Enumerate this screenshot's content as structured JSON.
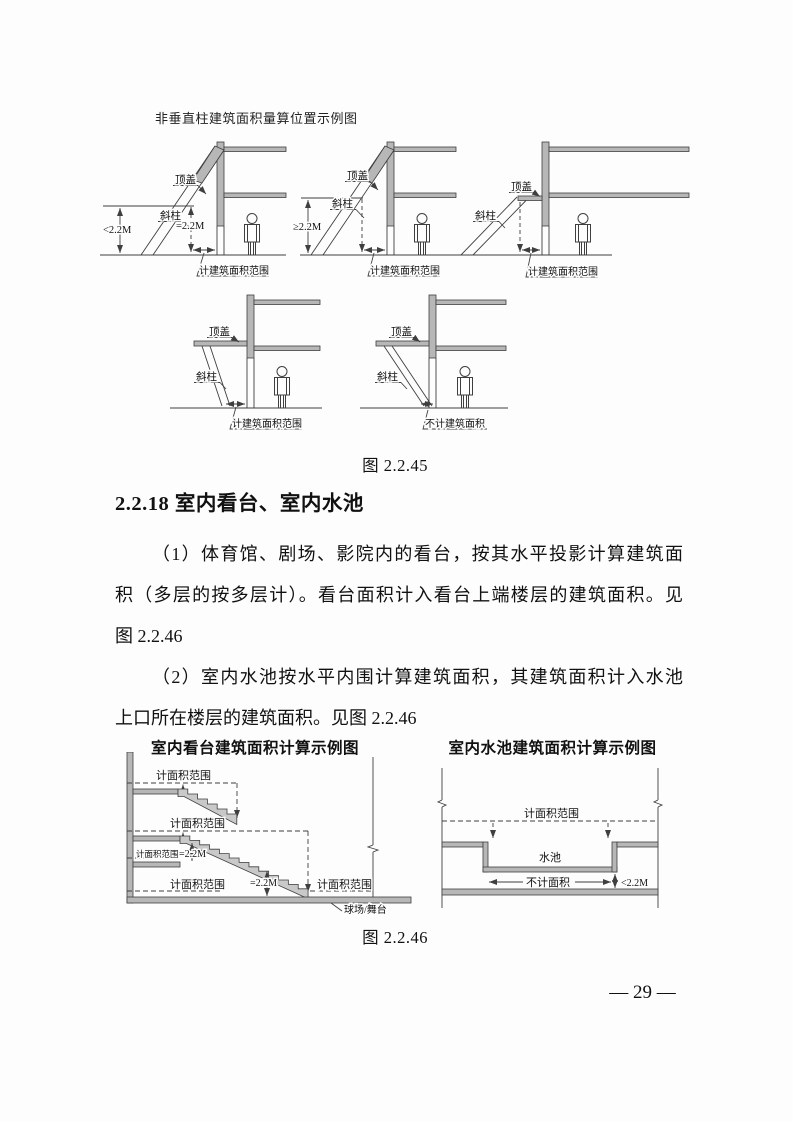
{
  "colors": {
    "page_background": "#fdfdfd",
    "drawing_line": "#3f3f3f",
    "concrete_fill": "#b7b7b7",
    "text": "#111111"
  },
  "figure45": {
    "title": "非垂直柱建筑面积量算位置示例图",
    "caption": "图 2.2.45",
    "labels": {
      "roof": "顶盖",
      "slant": "斜柱",
      "lt": "<2.2M",
      "eq": "=2.2M",
      "ge": "≥2.2M",
      "range": "计建筑面积范围",
      "norange": "不计建筑面积"
    }
  },
  "section": {
    "heading": "2.2.18 室内看台、室内水池",
    "lines": [
      "（1）体育馆、剧场、影院内的看台，按其水平投影计算建筑面",
      "积（多层的按多层计）。看台面积计入看台上端楼层的建筑面积。见",
      "图 2.2.46",
      "（2）室内水池按水平内围计算建筑面积，其建筑面积计入水池",
      "上口所在楼层的建筑面积。见图 2.2.46"
    ]
  },
  "figure46": {
    "caption": "图 2.2.46",
    "left": {
      "title": "室内看台建筑面积计算示例图",
      "range": "计面积范围",
      "eq": "=2.2M",
      "stage": "球场/舞台"
    },
    "right": {
      "title": "室内水池建筑面积计算示例图",
      "range": "计面积范围",
      "pool": "水池",
      "norange": "不计面积",
      "lt": "<2.2M"
    }
  },
  "page": {
    "number": "— 29 —"
  }
}
